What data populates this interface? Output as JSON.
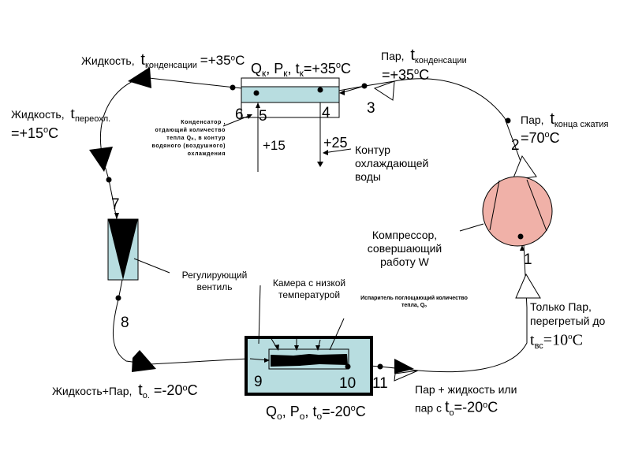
{
  "diagram": {
    "title": "Refrigeration cycle scheme",
    "colors": {
      "condenser_fill": "#b8dde0",
      "evaporator_fill": "#b8dde0",
      "valve_fill": "#b8dde0",
      "compressor_fill": "#f0b1a8",
      "line": "#000000"
    },
    "labels": {
      "liquid_condensation": {
        "prefix": "Жидкость,",
        "t": "t",
        "sub": "конденсации",
        "value": "=+35",
        "deg": "o",
        "unit": "C"
      },
      "condenser_params": {
        "q": "Q",
        "q_sub": "к",
        "p": "P",
        "p_sub": "к",
        "t": "t",
        "t_sub": "к",
        "value": "=+35",
        "deg": "o",
        "unit": "C"
      },
      "vapor_condensation": {
        "prefix": "Пар,",
        "t": "t",
        "sub": "конденсации",
        "value": "=+35",
        "deg": "o",
        "unit": "C"
      },
      "liquid_subcooled": {
        "prefix": "Жидкость,",
        "t": "t",
        "sub": "переохл.",
        "value": "=+15",
        "deg": "o",
        "unit": "C"
      },
      "vapor_end_compression": {
        "prefix": "Пар,",
        "t": "t",
        "sub": "конца сжатия",
        "value": "=70",
        "deg": "o",
        "unit": "C"
      },
      "condenser_note": [
        "Конденсатор ,",
        "отдающий количество",
        "тепла Qₖ, в контур",
        "водяного (воздушного)",
        "охлаждения"
      ],
      "water_in": "+15",
      "water_out": "+25",
      "water_loop": [
        "Контур",
        "охлаждающей",
        "воды"
      ],
      "compressor": [
        "Компрессор,",
        "совершающий",
        "работу W"
      ],
      "valve": [
        "Регулирующий",
        "вентиль"
      ],
      "chamber": [
        "Камера с низкой",
        "температурой"
      ],
      "evaporator_note": [
        "Испаритель поглощающий количество",
        "тепла, Qₒ"
      ],
      "superheated_vapor": {
        "line1": "Только Пар,",
        "line2": "перегретый до",
        "t": "t",
        "sub": "вс",
        "value": "=10",
        "deg": "o",
        "unit": "C"
      },
      "liquid_vapor": {
        "prefix": "Жидкость+Пар,",
        "t": "t",
        "sub": "о.",
        "value": " =-20",
        "deg": "o",
        "unit": "C"
      },
      "evaporator_params": {
        "q": "Q",
        "q_sub": "о",
        "p": "P",
        "p_sub": "о",
        "t": "t",
        "t_sub": "о",
        "value": "=-20",
        "deg": "o",
        "unit": "C"
      },
      "vapor_liquid_mix": {
        "line1": "Пар + жидкость или",
        "line2_prefix": "пар с ",
        "t": "t",
        "sub": "о",
        "value": "=-20",
        "deg": "o",
        "unit": "C"
      }
    },
    "points": [
      "1",
      "2",
      "3",
      "4",
      "5",
      "6",
      "7",
      "8",
      "9",
      "10",
      "11"
    ]
  }
}
